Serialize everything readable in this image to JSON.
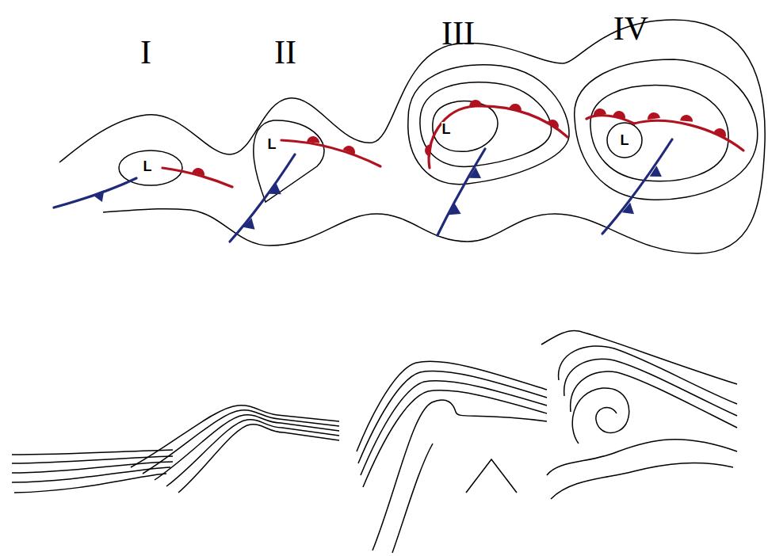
{
  "diagram": {
    "labels": [
      "I",
      "II",
      "III",
      "IV",
      "L",
      "L",
      "L",
      "L"
    ]
  }
}
